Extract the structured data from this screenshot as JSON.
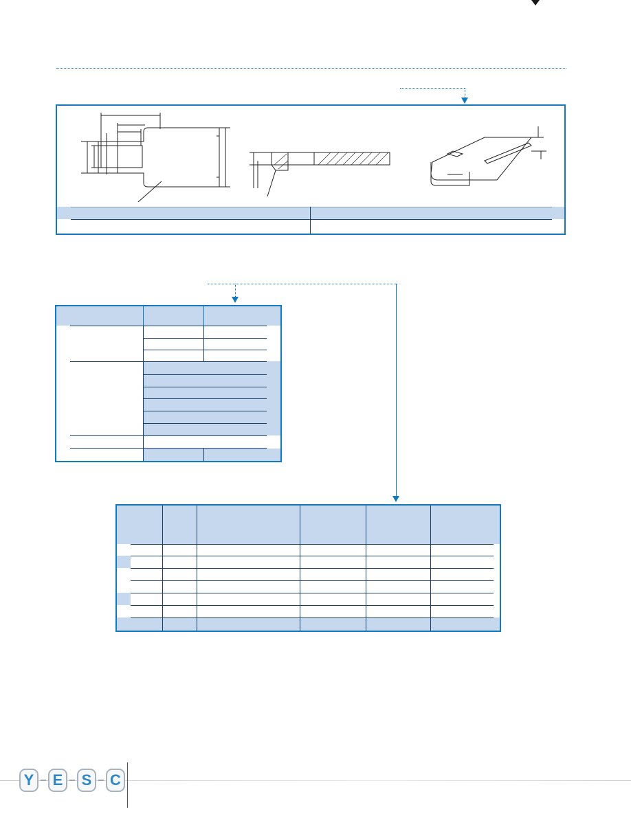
{
  "logo": {
    "letters": [
      "Y",
      "E",
      "S",
      "C"
    ]
  }
}
